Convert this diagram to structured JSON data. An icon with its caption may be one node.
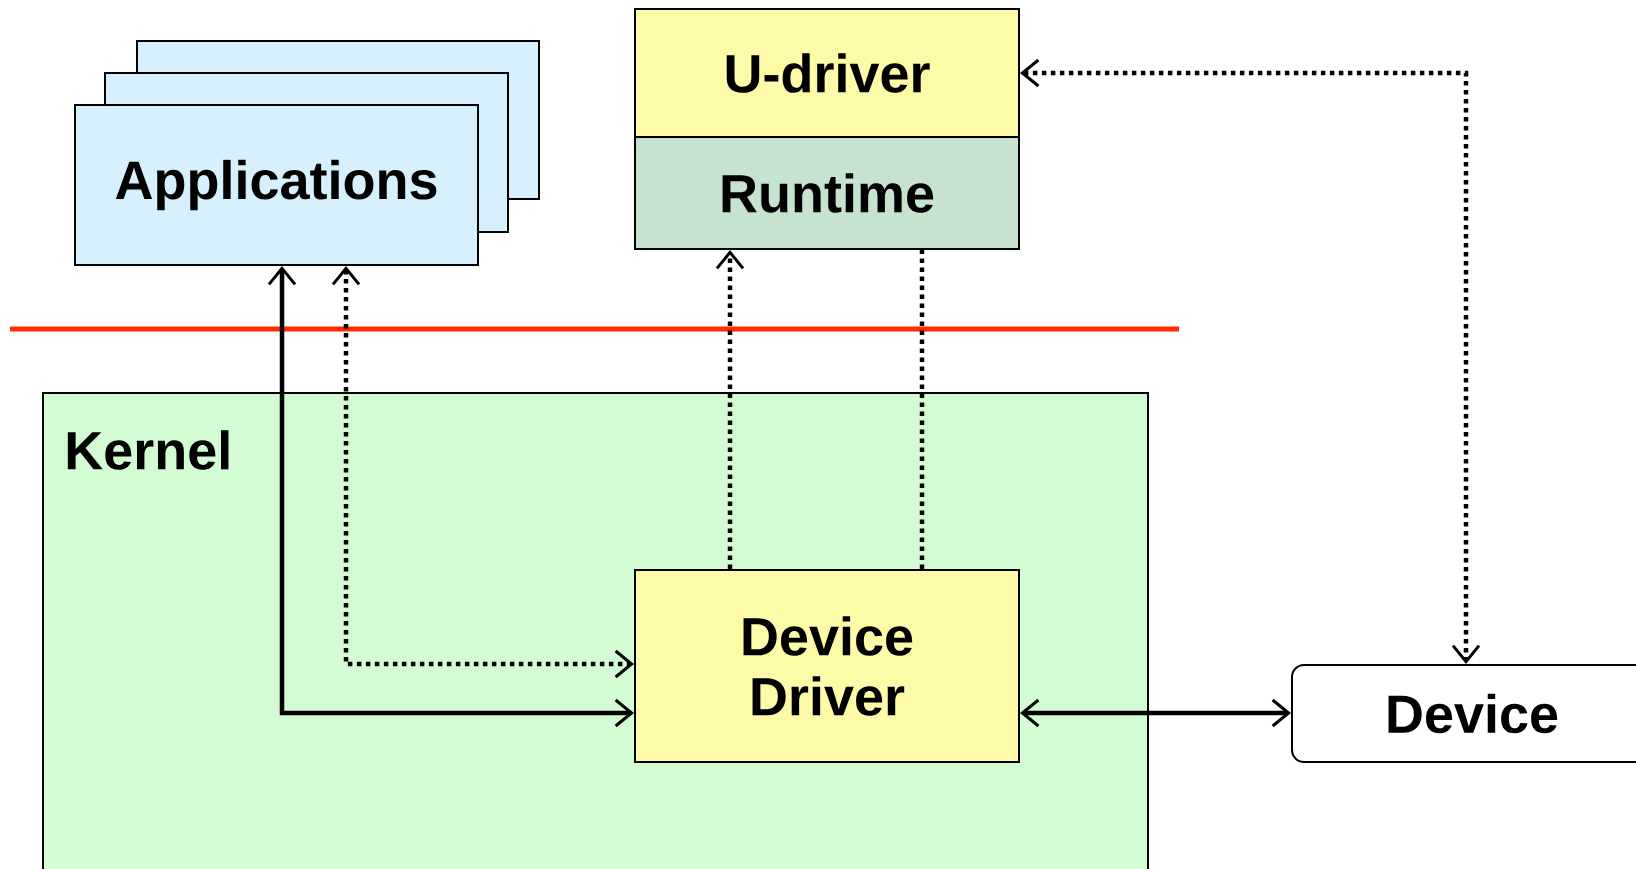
{
  "diagram": {
    "nodes": [
      {
        "text": [
          "Applications"
        ]
      },
      {
        "text": [
          "U-driver"
        ]
      },
      {
        "text": [
          "Runtime"
        ]
      },
      {
        "text": [
          "Kernel"
        ]
      },
      {
        "text": [
          "Device Driver"
        ],
        "in": 3
      },
      {
        "text": [
          "Device"
        ]
      }
    ],
    "edges": [
      {
        "from": 0,
        "to": 4,
        "arrow": "both"
      },
      {
        "from": 0,
        "to": 4,
        "arrow": "both",
        "style": "dashed"
      },
      {
        "from": 4,
        "to": 2,
        "arrow": "to",
        "style": "dashed"
      },
      {
        "from": 4,
        "to": 2,
        "arrow": "none",
        "style": "dashed"
      },
      {
        "from": 1,
        "to": 5,
        "arrow": "both",
        "style": "dashed"
      },
      {
        "from": 4,
        "to": 5,
        "arrow": "both"
      }
    ]
  }
}
